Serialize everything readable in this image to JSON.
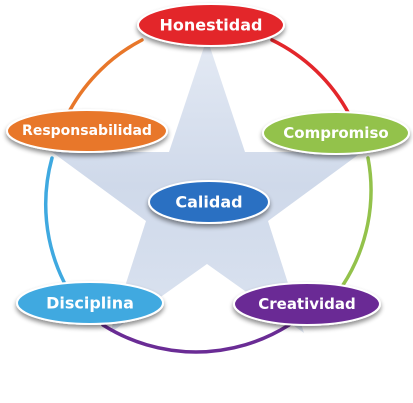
{
  "diagram": {
    "center": {
      "label": "Calidad",
      "color": "#2b6fc2"
    },
    "nodes": [
      {
        "id": "honestidad",
        "label": "Honestidad",
        "color": "#e3262b"
      },
      {
        "id": "compromiso",
        "label": "Compromiso",
        "color": "#93c24b"
      },
      {
        "id": "creatividad",
        "label": "Creatividad",
        "color": "#6a2c95"
      },
      {
        "id": "disciplina",
        "label": "Disciplina",
        "color": "#3fa9e0"
      },
      {
        "id": "responsabilidad",
        "label": "Responsabilidad",
        "color": "#e8772a"
      }
    ],
    "ring_colors": [
      "#e3262b",
      "#93c24b",
      "#6a2c95",
      "#3fa9e0",
      "#e8772a"
    ],
    "star_color": "#c9d5e8"
  }
}
